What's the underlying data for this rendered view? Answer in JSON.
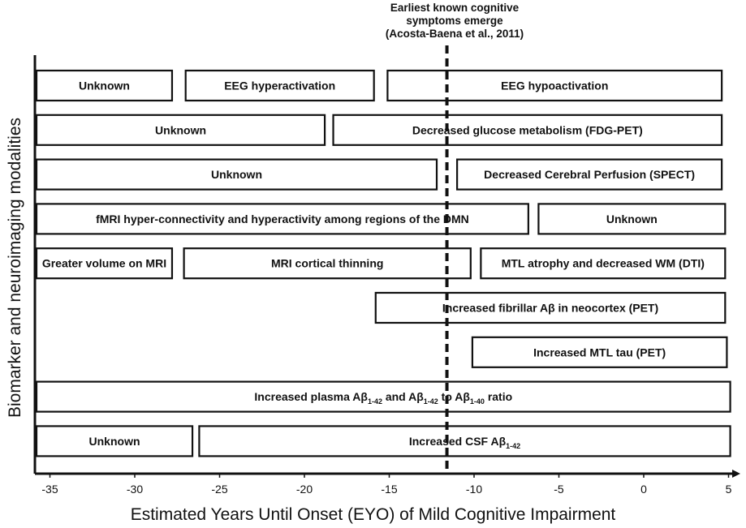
{
  "annotation": {
    "line1": "Earliest known cognitive",
    "line2": "symptoms emerge",
    "line3": "(Acosta-Baena et al., 2011)"
  },
  "y_axis_label": "Biomarker and neuroimaging modalities",
  "x_axis_label": "Estimated Years Until Onset (EYO) of Mild Cognitive Impairment",
  "chart_data": {
    "type": "timeline",
    "x_range": [
      -37,
      5.5
    ],
    "x_ticks": [
      -35,
      -30,
      -25,
      -20,
      -15,
      -10,
      -5,
      0,
      5
    ],
    "marker_line": {
      "x": -11.6,
      "style": "dashed"
    },
    "rows": [
      {
        "bars": [
          {
            "label": "Unknown",
            "start": -37,
            "end": -27.8
          },
          {
            "label": "EEG hyperactivation",
            "start": -27,
            "end": -15.9
          },
          {
            "label": "EEG hypoactivation",
            "start": -15.1,
            "end": 4.6
          }
        ]
      },
      {
        "bars": [
          {
            "label": "Unknown",
            "start": -37,
            "end": -18.8
          },
          {
            "label": "Decreased glucose metabolism (FDG-PET)",
            "start": -18.3,
            "end": 4.6
          }
        ]
      },
      {
        "bars": [
          {
            "label": "Unknown",
            "start": -37,
            "end": -12.2
          },
          {
            "label": "Decreased Cerebral Perfusion (SPECT)",
            "start": -11.0,
            "end": 4.6
          }
        ]
      },
      {
        "bars": [
          {
            "label": "fMRI hyper-connectivity and hyperactivity among regions of the DMN",
            "start": -37,
            "end": -6.8
          },
          {
            "label": "Unknown",
            "start": -6.2,
            "end": 4.8
          }
        ]
      },
      {
        "bars": [
          {
            "label": "Greater volume on MRI",
            "start": -37,
            "end": -27.8
          },
          {
            "label": "MRI cortical thinning",
            "start": -27.1,
            "end": -10.2
          },
          {
            "label": "MTL atrophy and decreased WM (DTI)",
            "start": -9.6,
            "end": 4.8
          }
        ]
      },
      {
        "bars": [
          {
            "label": "Increased fibrillar Aβ in neocortex (PET)",
            "start": -15.8,
            "end": 4.8
          }
        ]
      },
      {
        "bars": [
          {
            "label": "Increased MTL tau (PET)",
            "start": -10.1,
            "end": 4.9
          }
        ]
      },
      {
        "bars": [
          {
            "label": "Increased plasma Aβ",
            "sub1": "1-42",
            "mid": " and Aβ",
            "sub2": "1-42",
            "mid2": " to Aβ",
            "sub3": "1-40",
            "tail": " ratio",
            "start": -37,
            "end": 5.1
          }
        ]
      },
      {
        "bars": [
          {
            "label": "Unknown",
            "start": -37,
            "end": -26.6
          },
          {
            "label": "Increased CSF Aβ",
            "sub1": "1-42",
            "start": -26.2,
            "end": 5.1
          }
        ]
      }
    ]
  }
}
